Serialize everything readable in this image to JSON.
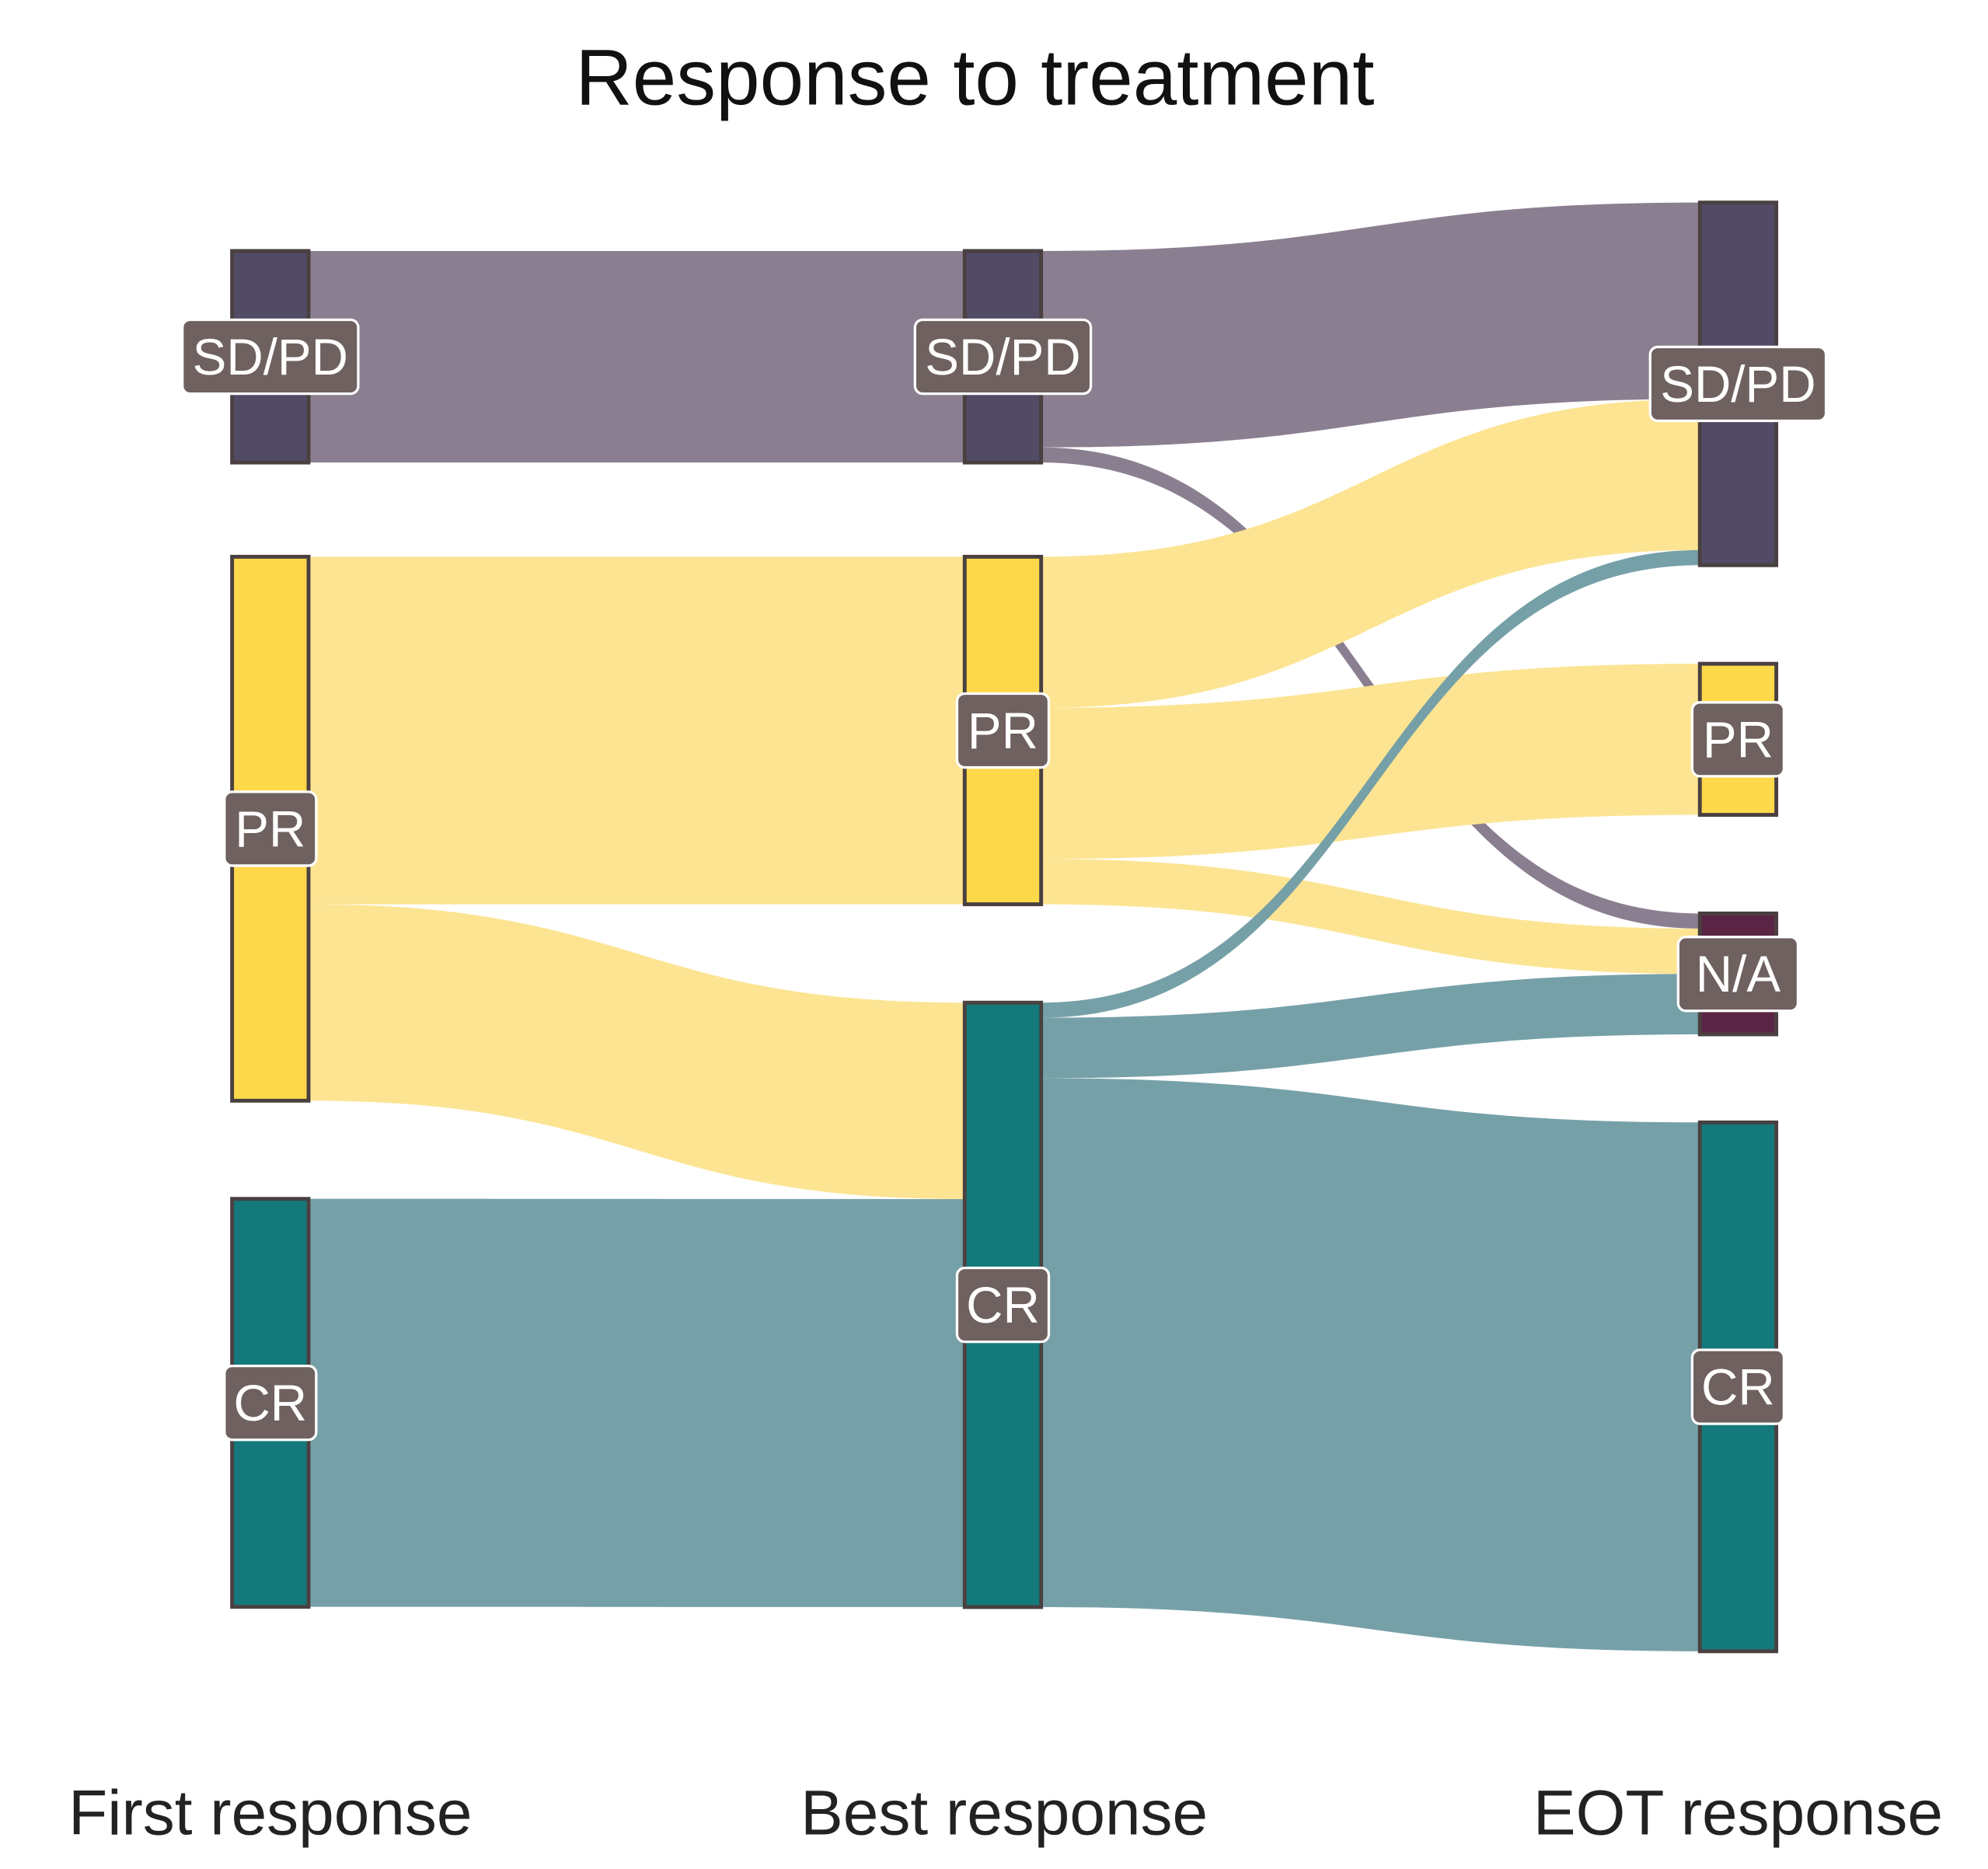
{
  "chart_data": {
    "type": "sankey",
    "title": "Response to treatment",
    "stages": [
      "First response",
      "Best response",
      "EOT response"
    ],
    "colors": {
      "SD/PD": "#524b66",
      "PR": "#fdd84a",
      "CR": "#14797a",
      "N/A": "#5a2545",
      "label_bg": "#6e615f",
      "label_text": "#ffffff"
    },
    "link_colors": {
      "SD/PD": "#8a7f90",
      "PR": "#fde492",
      "CR": "#76a0a7"
    },
    "nodes": [
      {
        "stage": 0,
        "name": "SD/PD",
        "value": 14
      },
      {
        "stage": 0,
        "name": "PR",
        "value": 36
      },
      {
        "stage": 0,
        "name": "CR",
        "value": 27
      },
      {
        "stage": 1,
        "name": "SD/PD",
        "value": 14
      },
      {
        "stage": 1,
        "name": "PR",
        "value": 23
      },
      {
        "stage": 1,
        "name": "CR",
        "value": 40
      },
      {
        "stage": 2,
        "name": "SD/PD",
        "value": 24
      },
      {
        "stage": 2,
        "name": "PR",
        "value": 10
      },
      {
        "stage": 2,
        "name": "N/A",
        "value": 8
      },
      {
        "stage": 2,
        "name": "CR",
        "value": 35
      }
    ],
    "links": [
      {
        "source": "First SD/PD",
        "target": "Best SD/PD",
        "value": 14,
        "color": "SD/PD"
      },
      {
        "source": "First PR",
        "target": "Best PR",
        "value": 23,
        "color": "PR"
      },
      {
        "source": "First PR",
        "target": "Best CR",
        "value": 13,
        "color": "PR"
      },
      {
        "source": "First CR",
        "target": "Best CR",
        "value": 27,
        "color": "CR"
      },
      {
        "source": "Best SD/PD",
        "target": "EOT SD/PD",
        "value": 13,
        "color": "SD/PD"
      },
      {
        "source": "Best SD/PD",
        "target": "EOT N/A",
        "value": 1,
        "color": "SD/PD"
      },
      {
        "source": "Best PR",
        "target": "EOT SD/PD",
        "value": 10,
        "color": "PR"
      },
      {
        "source": "Best PR",
        "target": "EOT PR",
        "value": 10,
        "color": "PR"
      },
      {
        "source": "Best PR",
        "target": "EOT N/A",
        "value": 3,
        "color": "PR"
      },
      {
        "source": "Best CR",
        "target": "EOT SD/PD",
        "value": 1,
        "color": "CR"
      },
      {
        "source": "Best CR",
        "target": "EOT N/A",
        "value": 4,
        "color": "CR"
      },
      {
        "source": "Best CR",
        "target": "EOT CR",
        "value": 35,
        "color": "CR"
      }
    ]
  }
}
